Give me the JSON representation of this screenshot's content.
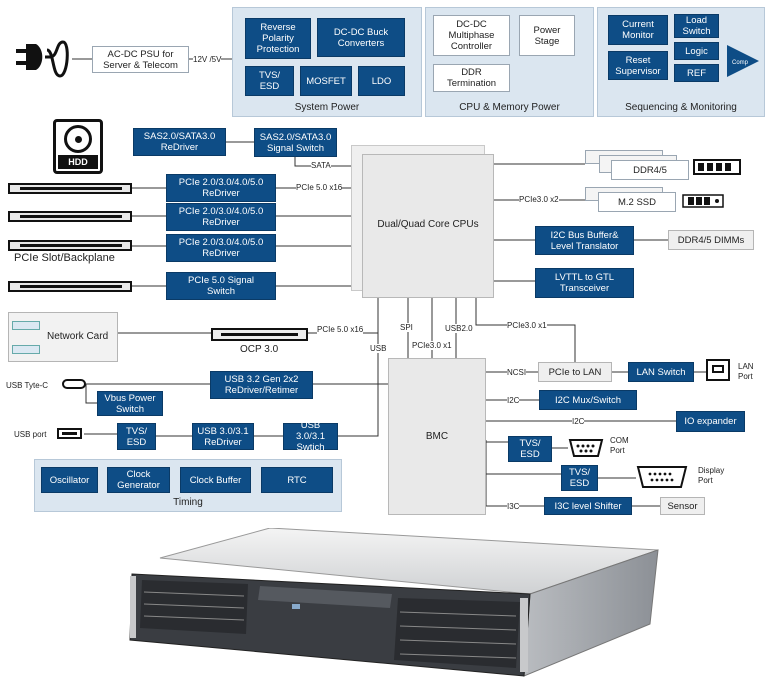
{
  "power": {
    "plug_label": "AC-DC PSU for\nServer & Telecom",
    "voltage": "12V /5V",
    "system_power": {
      "title": "System Power",
      "reverse": "Reverse\nPolarity\nProtection",
      "buck": "DC-DC Buck\nConverters",
      "tvs": "TVS/\nESD",
      "mosfet": "MOSFET",
      "ldo": "LDO"
    },
    "cpu_mem_power": {
      "title": "CPU & Memory Power",
      "multiphase": "DC-DC\nMultiphase\nController",
      "power_stage": "Power\nStage",
      "ddr_term": "DDR\nTermination"
    },
    "seq_mon": {
      "title": "Sequencing & Monitoring",
      "current_monitor": "Current\nMonitor",
      "load_switch": "Load\nSwitch",
      "logic": "Logic",
      "reset_supervisor": "Reset\nSupervisor",
      "ref": "REF",
      "comp": "Comp"
    }
  },
  "storage": {
    "hdd_icon_text": "HDD",
    "redriver": "SAS2.0/SATA3.0\nReDriver",
    "signal_switch": "SAS2.0/SATA3.0\nSignal Switch",
    "sata": "SATA"
  },
  "pcie": {
    "redriver_1": "PCIe 2.0/3.0/4.0/5.0\nReDriver",
    "redriver_2": "PCIe 2.0/3.0/4.0/5.0\nReDriver",
    "redriver_3": "PCIe 2.0/3.0/4.0/5.0\nReDriver",
    "signal_switch": "PCIe 5.0 Signal\nSwitch",
    "slot_label": "PCIe Slot/Backplane",
    "x16": "PCIe 5.0 x16"
  },
  "cpu": {
    "label": "Dual/Quad Core CPUs",
    "ddr": "DDR4/5",
    "m2": "M.2 SSD",
    "pcie_x2": "PCIe3.0 x2",
    "i2c_buffer": "I2C Bus Buffer&\nLevel Translator",
    "dimms": "DDR4/5 DIMMs",
    "lvttl": "LVTTL to GTL\nTransceiver"
  },
  "network": {
    "card": "Network Card",
    "ocp": "OCP 3.0",
    "x16": "PCIe 5.0 x16"
  },
  "bus_labels": {
    "usb": "USB",
    "spi": "SPI",
    "usb2": "USB2.0",
    "pcie_x1_a": "PCIe3.0 x1",
    "pcie_x1_b": "PCIe3.0 x1"
  },
  "usb": {
    "typec": "USB Tyte-C",
    "port": "USB port",
    "vbus": "Vbus Power\nSwitch",
    "tvs": "TVS/\nESD",
    "usb32": "USB 3.2 Gen 2x2\nReDriver/Retimer",
    "usb31_redriver": "USB 3.0/3.1\nReDriver",
    "usb31_switch": "USB 3.0/3.1\nSwtich"
  },
  "timing": {
    "title": "Timing",
    "oscillator": "Oscillator",
    "clock_gen": "Clock\nGenerator",
    "clock_buffer": "Clock Buffer",
    "rtc": "RTC"
  },
  "bmc": {
    "label": "BMC",
    "ncsi": "NCSI",
    "pcie_to_lan": "PCIe to LAN",
    "lan_switch": "LAN Switch",
    "lan_port": "LAN\nPort",
    "i2c_a": "I2C",
    "i2c_mux": "I2C Mux/Switch",
    "i2c_b": "I2C",
    "io_expander": "IO expander",
    "com_tvs": "TVS/\nESD",
    "com_port": "COM\nPort",
    "disp_tvs": "TVS/\nESD",
    "display_port": "Display\nPort",
    "i3c": "I3C",
    "i3c_shifter": "I3C level Shifter",
    "sensor": "Sensor"
  }
}
